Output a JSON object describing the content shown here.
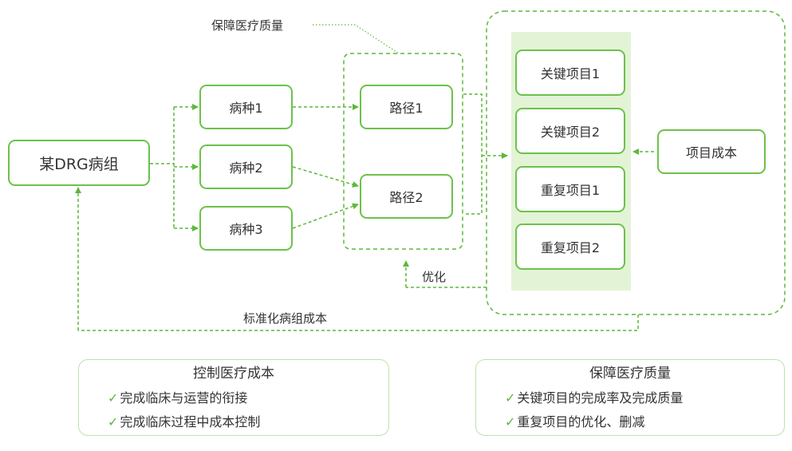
{
  "nodes": {
    "drg_group": "某DRG病组",
    "disease_1": "病种1",
    "disease_2": "病种2",
    "disease_3": "病种3",
    "path_1": "路径1",
    "path_2": "路径2",
    "key_item_1": "关键项目1",
    "key_item_2": "关键项目2",
    "repeat_item_1": "重复项目1",
    "repeat_item_2": "重复项目2",
    "item_cost": "项目成本"
  },
  "labels": {
    "ensure_quality": "保障医疗质量",
    "optimize": "优化",
    "standardize_cost": "标准化病组成本"
  },
  "panels": {
    "left": {
      "title": "控制医疗成本",
      "items": [
        "完成临床与运营的衔接",
        "完成临床过程中成本控制"
      ]
    },
    "right": {
      "title": "保障医疗质量",
      "items": [
        "关键项目的完成率及完成质量",
        "重复项目的优化、删减"
      ]
    }
  },
  "colors": {
    "accent": "#6cc24a",
    "highlight_fill": "#e3f4d6",
    "panel_border": "#bde3a8"
  }
}
